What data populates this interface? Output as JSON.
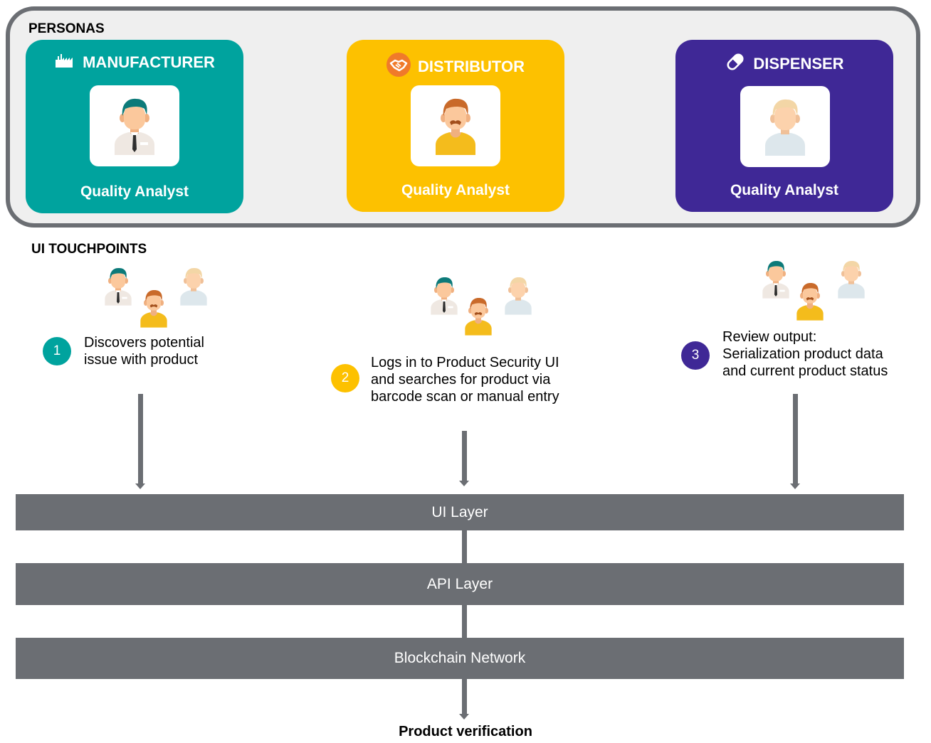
{
  "personas": {
    "title": "PERSONAS",
    "cards": [
      {
        "title": "MANUFACTURER",
        "icon": "factory-icon",
        "role": "Quality Analyst",
        "color": "#00a39e"
      },
      {
        "title": "DISTRIBUTOR",
        "icon": "handshake-icon",
        "role": "Quality Analyst",
        "color": "#fdc100"
      },
      {
        "title": "DISPENSER",
        "icon": "pill-icon",
        "role": "Quality Analyst",
        "color": "#3f2896"
      }
    ]
  },
  "touchpoints": {
    "title": "UI TOUCHPOINTS",
    "steps": [
      {
        "number": "1",
        "text": "Discovers potential\nissue with product",
        "color": "#00a39e"
      },
      {
        "number": "2",
        "text": "Logs in to Product Security UI\nand searches for product via\nbarcode scan or manual entry",
        "color": "#fdc100"
      },
      {
        "number": "3",
        "text": "Review output:\nSerialization product data\nand current product status",
        "color": "#3f2896"
      }
    ]
  },
  "layers": [
    "UI Layer",
    "API Layer",
    "Blockchain Network"
  ],
  "outcome": "Product verification",
  "colors": {
    "frame": "#6b6e73",
    "layer": "#6b6e73",
    "teal": "#00a39e",
    "yellow": "#fdc100",
    "purple": "#3f2896"
  }
}
